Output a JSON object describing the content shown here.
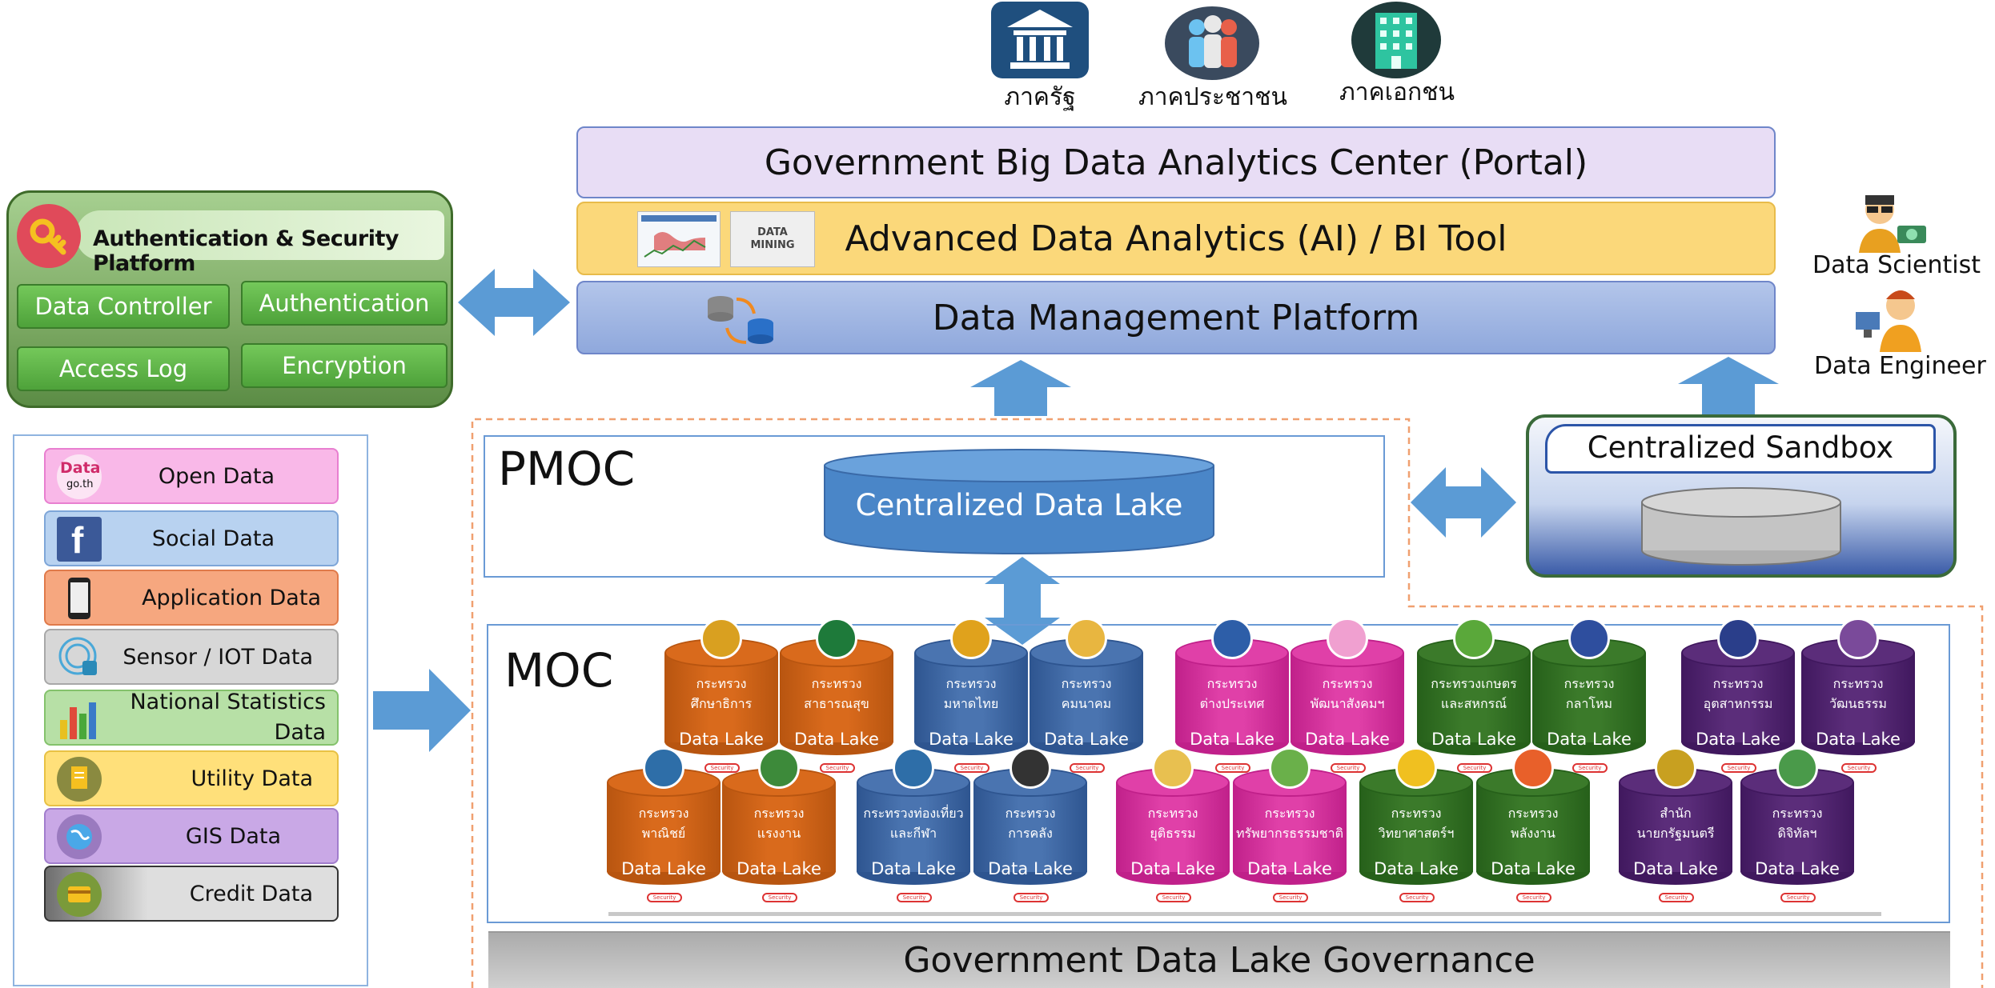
{
  "top_icons": [
    {
      "label": "ภาครัฐ",
      "icon": "government-building-icon"
    },
    {
      "label": "ภาคประชาชน",
      "icon": "people-icon"
    },
    {
      "label": "ภาคเอกชน",
      "icon": "office-building-icon"
    }
  ],
  "layers": {
    "portal": "Government Big Data Analytics Center (Portal)",
    "analytics": "Advanced Data Analytics (AI) / BI Tool",
    "analytics_thumb_text": "DATA MINING",
    "management": "Data Management Platform"
  },
  "auth": {
    "title": "Authentication & Security Platform",
    "buttons": [
      "Data Controller",
      "Authentication",
      "Access Log",
      "Encryption"
    ]
  },
  "users": [
    {
      "label": "Data Scientist",
      "icon": "data-scientist-icon"
    },
    {
      "label": "Data Engineer",
      "icon": "data-engineer-icon"
    }
  ],
  "sources": [
    {
      "label": "Open Data",
      "icon": "data-go-th-logo",
      "icon_text": "Data",
      "icon_subtext": "go.th",
      "bg": "#f9b8e8",
      "border": "#e87fd0"
    },
    {
      "label": "Social Data",
      "icon": "facebook-icon",
      "icon_text": "f",
      "bg": "#b8d2f0",
      "border": "#7ea6d8"
    },
    {
      "label": "Application Data",
      "icon": "smartphone-icon",
      "bg": "#f6a77f",
      "border": "#e07a4a"
    },
    {
      "label": "Sensor / IOT Data",
      "icon": "sensor-icon",
      "bg": "#d7d7d7",
      "border": "#a8a8a8"
    },
    {
      "label": "National  Statistics Data",
      "icon": "bar-chart-icon",
      "bg": "#b7e0a6",
      "border": "#84c26c"
    },
    {
      "label": "Utility Data",
      "icon": "document-icon",
      "bg": "#ffe07a",
      "border": "#e8c144"
    },
    {
      "label": "GIS Data",
      "icon": "globe-icon",
      "bg": "#c9a8e6",
      "border": "#a17dcd"
    },
    {
      "label": "Credit Data",
      "icon": "credit-card-icon",
      "bg": "#6e6e6e",
      "border": "#333333"
    }
  ],
  "pmoc": {
    "title": "PMOC",
    "lake": "Centralized Data Lake"
  },
  "sandbox": {
    "title": "Centralized Sandbox"
  },
  "moc": {
    "title": "MOC",
    "security_label": "Security",
    "row1": [
      {
        "name": [
          "กระทรวง",
          "ศึกษาธิการ"
        ],
        "dl": "Data Lake",
        "color": "#d96a1c",
        "dark": "#b85510",
        "seal": "#d9a020"
      },
      {
        "name": [
          "กระทรวง",
          "สาธารณสุข"
        ],
        "dl": "Data Lake",
        "color": "#d96a1c",
        "dark": "#b85510",
        "seal": "#1e7a3a"
      },
      {
        "name": [
          "กระทรวง",
          "มหาดไทย"
        ],
        "dl": "Data Lake",
        "color": "#4a74b0",
        "dark": "#2e5590",
        "seal": "#e0a21c"
      },
      {
        "name": [
          "กระทรวง",
          "คมนาคม"
        ],
        "dl": "Data Lake",
        "color": "#4a74b0",
        "dark": "#2e5590",
        "seal": "#e8b640"
      },
      {
        "name": [
          "กระทรวง",
          "ต่างประเทศ"
        ],
        "dl": "Data Lake",
        "color": "#e040a8",
        "dark": "#c0208a",
        "seal": "#2d5ea8"
      },
      {
        "name": [
          "กระทรวง",
          "พัฒนาสังคมฯ"
        ],
        "dl": "Data Lake",
        "color": "#e040a8",
        "dark": "#c0208a",
        "seal": "#f0a0d0"
      },
      {
        "name": [
          "กระทรวงเกษตร",
          "และสหกรณ์"
        ],
        "dl": "Data Lake",
        "color": "#3b7a2a",
        "dark": "#26601a",
        "seal": "#5aa83a"
      },
      {
        "name": [
          "กระทรวง",
          "กลาโหม"
        ],
        "dl": "Data Lake",
        "color": "#3b7a2a",
        "dark": "#26601a",
        "seal": "#2e4e9e"
      },
      {
        "name": [
          "กระทรวง",
          "อุตสาหกรรม"
        ],
        "dl": "Data Lake",
        "color": "#5b2d7a",
        "dark": "#40185e",
        "seal": "#2a3e8a"
      },
      {
        "name": [
          "กระทรวง",
          "วัฒนธรรม"
        ],
        "dl": "Data Lake",
        "color": "#5b2d7a",
        "dark": "#40185e",
        "seal": "#7a4a9a"
      }
    ],
    "row2": [
      {
        "name": [
          "กระทรวง",
          "พาณิชย์"
        ],
        "dl": "Data Lake",
        "color": "#d96a1c",
        "dark": "#b85510",
        "seal": "#2e6ea8"
      },
      {
        "name": [
          "กระทรวง",
          "แรงงาน"
        ],
        "dl": "Data Lake",
        "color": "#d96a1c",
        "dark": "#b85510",
        "seal": "#3d8a3a"
      },
      {
        "name": [
          "กระทรวงท่องเที่ยว",
          "และกีฬา"
        ],
        "dl": "Data Lake",
        "color": "#4a74b0",
        "dark": "#2e5590",
        "seal": "#2e6ea8"
      },
      {
        "name": [
          "กระทรวง",
          "การคลัง"
        ],
        "dl": "Data Lake",
        "color": "#4a74b0",
        "dark": "#2e5590",
        "seal": "#333333"
      },
      {
        "name": [
          "กระทรวง",
          "ยุติธรรม"
        ],
        "dl": "Data Lake",
        "color": "#e040a8",
        "dark": "#c0208a",
        "seal": "#e8c050"
      },
      {
        "name": [
          "กระทรวง",
          "ทรัพยากรธรรมชาติ"
        ],
        "dl": "Data Lake",
        "color": "#e040a8",
        "dark": "#c0208a",
        "seal": "#6ab04a"
      },
      {
        "name": [
          "กระทรวง",
          "วิทยาศาสตร์ฯ"
        ],
        "dl": "Data Lake",
        "color": "#3b7a2a",
        "dark": "#26601a",
        "seal": "#f0c020"
      },
      {
        "name": [
          "กระทรวง",
          "พลังงาน"
        ],
        "dl": "Data Lake",
        "color": "#3b7a2a",
        "dark": "#26601a",
        "seal": "#e8602a"
      },
      {
        "name": [
          "สำนัก",
          "นายกรัฐมนตรี"
        ],
        "dl": "Data Lake",
        "color": "#5b2d7a",
        "dark": "#40185e",
        "seal": "#c8a020"
      },
      {
        "name": [
          "กระทรวง",
          "ดิจิทัลฯ"
        ],
        "dl": "Data Lake",
        "color": "#5b2d7a",
        "dark": "#40185e",
        "seal": "#4a9a4a"
      }
    ]
  },
  "governance": "Government Data Lake Governance"
}
